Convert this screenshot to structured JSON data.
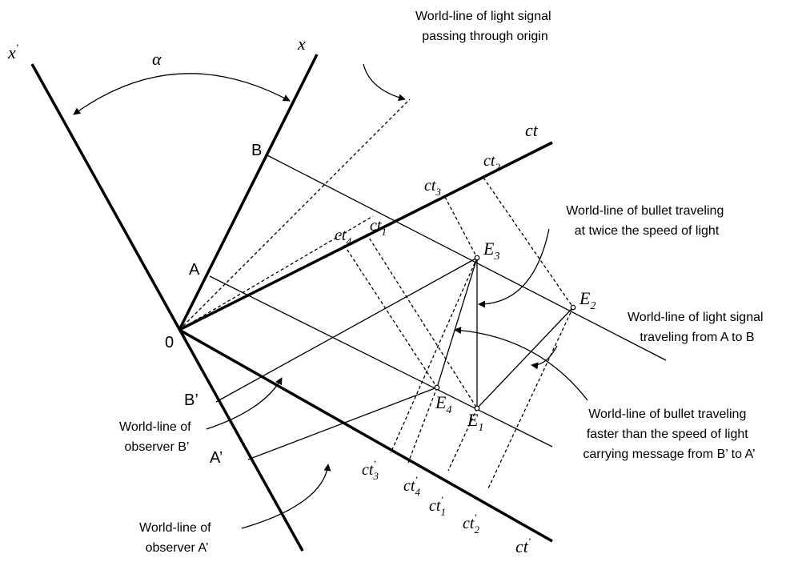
{
  "axes": {
    "x": "x",
    "x_prime": "x",
    "ct": "ct",
    "ct_prime": "ct",
    "alpha": "α",
    "origin": "0"
  },
  "points": {
    "A": "A",
    "B": "B",
    "A_prime": "A’",
    "B_prime": "B’"
  },
  "events": {
    "E1": {
      "letter": "E",
      "sub": "1"
    },
    "E2": {
      "letter": "E",
      "sub": "2"
    },
    "E3": {
      "letter": "E",
      "sub": "3"
    },
    "E4": {
      "letter": "E",
      "sub": "4"
    }
  },
  "ticks_ct": [
    {
      "id": "ct1",
      "base": "ct",
      "sub": "1"
    },
    {
      "id": "ct2",
      "base": "ct",
      "sub": "2"
    },
    {
      "id": "ct3",
      "base": "ct",
      "sub": "3"
    },
    {
      "id": "ct4",
      "base": "ct",
      "sub": "4"
    }
  ],
  "ticks_ct_prime": [
    {
      "id": "ct1p",
      "base": "ct",
      "sub": "1"
    },
    {
      "id": "ct2p",
      "base": "ct",
      "sub": "2"
    },
    {
      "id": "ct3p",
      "base": "ct",
      "sub": "3"
    },
    {
      "id": "ct4p",
      "base": "ct",
      "sub": "4"
    }
  ],
  "callouts": {
    "light_origin": [
      "World-line of light signal",
      "passing through origin"
    ],
    "bullet_twice": [
      "World-line of bullet traveling",
      "at twice the speed of light"
    ],
    "light_ab": [
      "World-line of light signal",
      "traveling from A to B"
    ],
    "bullet_faster": [
      "World-line of bullet traveling",
      "faster than the speed of light",
      "carrying message from B’ to A’"
    ],
    "observer_b": [
      "World-line of",
      "observer B’"
    ],
    "observer_a": [
      "World-line of",
      "observer A’"
    ]
  }
}
